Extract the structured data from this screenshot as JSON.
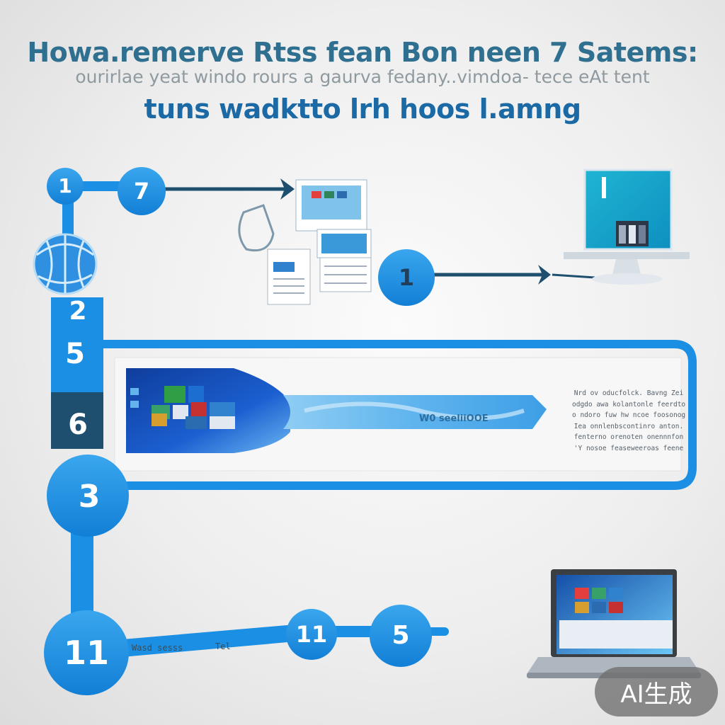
{
  "header": {
    "title": "Howa.remerve Rtss fean Bon neen 7 Satems:",
    "subtitle": "ourirlae yeat windo rours a gaurva fedany..vimdoa- tece eAt tent",
    "tagline": "tuns wadktto  lrh hoos l.amng"
  },
  "steps": {
    "top_left": "1",
    "top_second": "7",
    "right_mid": "1",
    "left_two": "2",
    "left_five": "5",
    "left_six": "6",
    "left_three": "3",
    "bottom_left": "11",
    "bottom_mid": "11",
    "bottom_right": "5"
  },
  "panel": {
    "band_label": "W0 seeliiOOE",
    "caption": [
      "Nrd ov oducfolck. Bavng Zei",
      "odgdo awa kolantonle feerdto",
      "o ndoro fuw hw ncoe foosonog",
      "Iea onnlenbscontinro anton.",
      "fenterno orenoten onennnfon",
      "'Y nosoe feaseweeroas feene"
    ]
  },
  "bottom_line": {
    "left_text": "Wasd sesss",
    "right_text": "Tel"
  },
  "badge": {
    "label": "AI生成"
  },
  "colors": {
    "accent": "#1a8fe3",
    "accent_dark": "#0f6cc0",
    "navy": "#1f4f6e"
  }
}
